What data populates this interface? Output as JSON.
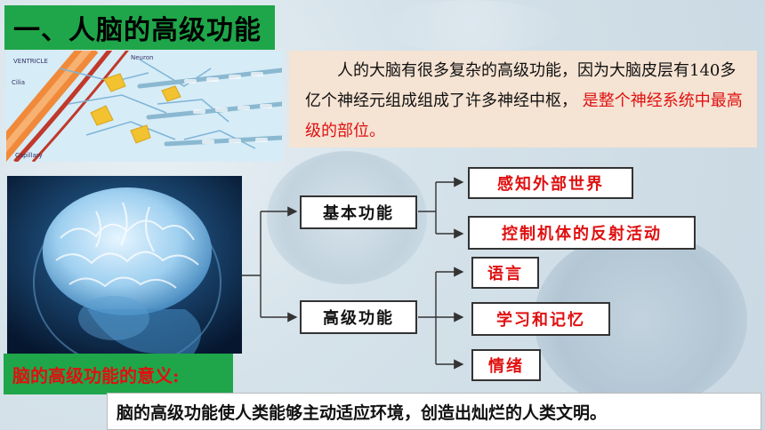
{
  "title": "一、人脑的高级功能",
  "neuron_labels": {
    "ventricle": "VENTRICLE",
    "cilia": "Cilia",
    "neuron": "Neuron",
    "capillary": "Capillary"
  },
  "intro": {
    "text": "人的大脑有很多复杂的高级功能，因为大脑皮层有140多亿个神经元组成组成了许多神经中枢，",
    "highlight": "是整个神经系统中最高级的部位。"
  },
  "diagram": {
    "basic": {
      "label": "基本功能",
      "children": [
        "感知外部世界",
        "控制机体的反射活动"
      ]
    },
    "advanced": {
      "label": "高级功能",
      "children": [
        "语言",
        "学习和记忆",
        "情绪"
      ]
    }
  },
  "meaning": {
    "label": "脑的高级功能的意义:",
    "text": "脑的高级功能使人类能够主动适应环境，创造出灿烂的人类文明。"
  },
  "colors": {
    "title_bg": "#1fa64a",
    "highlight": "#e01010",
    "intro_bg": "#f5e3d3"
  }
}
